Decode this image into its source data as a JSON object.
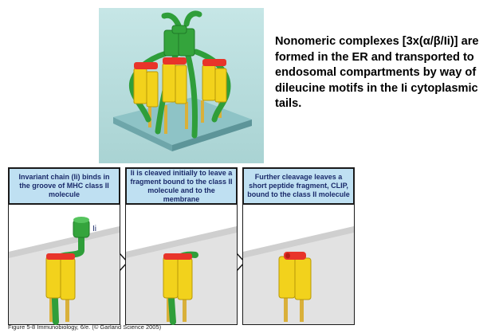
{
  "description": "Nonomeric complexes [3x(α/β/Ii)] are formed in the ER and transported to endosomal compartments by way of dileucine motifs in the Ii cytoplasmic tails.",
  "panels": [
    {
      "header": "Invariant chain (Ii) binds in the groove of MHC class II molecule",
      "label": "Ii"
    },
    {
      "header": "Ii is cleaved initially to leave a fragment bound to the class II molecule and to the membrane"
    },
    {
      "header": "Further cleavage leaves a short peptide fragment, CLIP, bound to the class II molecule"
    }
  ],
  "caption": "Figure 5-8  Immunobiology, 6/e. (© Garland Science 2005)",
  "colors": {
    "header_bg": "#bfe0f2",
    "membrane": "#9fc9c9",
    "ii_chain": "#2f9e3a",
    "mhc_class_ii": "#f2d21c",
    "clip_peptide": "#e8342a",
    "figure_bg": "#b8dede"
  }
}
